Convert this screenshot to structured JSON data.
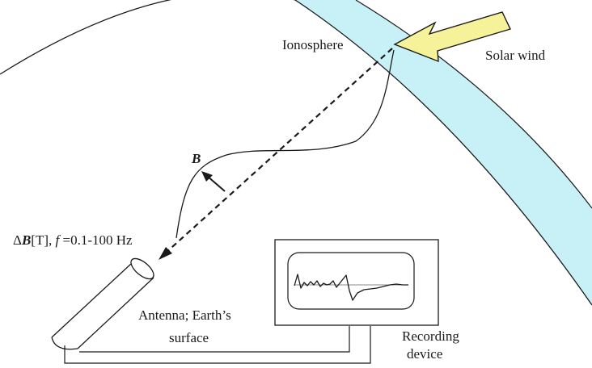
{
  "labels": {
    "ionosphere": "Ionosphere",
    "solar_wind": "Solar wind",
    "field_vector": "B",
    "measurement_delta": "Δ",
    "measurement_B": "B",
    "measurement_unit": "[T], ",
    "measurement_f": "f",
    "measurement_range": " =0.1-100 Hz",
    "antenna_line1": "Antenna; Earth’s",
    "antenna_line2": "surface",
    "recorder_line1": "Recording",
    "recorder_line2": "device"
  },
  "colors": {
    "ionosphere_fill": "#c7f1f6",
    "solar_arrow_fill": "#f6f29a",
    "line": "#1a1a1a"
  },
  "icons": {
    "solar_wind": "solar-wind-arrow-icon",
    "antenna": "antenna-cylinder-icon",
    "recorder_screen": "recorder-screen-icon"
  }
}
